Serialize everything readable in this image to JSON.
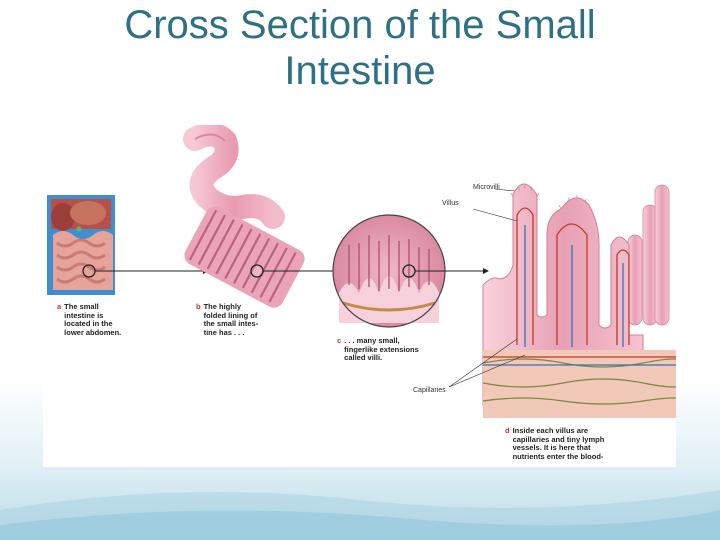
{
  "slide": {
    "title_line1": "Cross Section of the Small",
    "title_line2": "Intestine"
  },
  "diagram": {
    "panel_a": {
      "letter": "a",
      "lines": [
        "The small",
        "intestine is",
        "located in the",
        "lower abdomen."
      ]
    },
    "panel_b": {
      "letter": "b",
      "lines": [
        "The highly",
        "folded lining of",
        "the small intes-",
        "tine has . . ."
      ]
    },
    "panel_c": {
      "letter": "c",
      "lines": [
        ". . . many small,",
        "fingerlike extensions",
        "called villi."
      ]
    },
    "panel_d": {
      "letter": "d",
      "lines": [
        "Inside each villus are",
        "capillaries and tiny lymph",
        "vessels. It is here that",
        "nutrients enter the blood-"
      ]
    },
    "labels": {
      "microvilli": "Microvilli",
      "villus": "Villus",
      "capillaries": "Capillaries"
    }
  },
  "colors": {
    "title": "#2e7185",
    "caption_letter": "#c0392b",
    "tissue_pink": "#e89bb0",
    "capillary_red": "#c0392b",
    "lymph_blue": "#3b6fb6",
    "nerve_green": "#7a8a3a"
  }
}
